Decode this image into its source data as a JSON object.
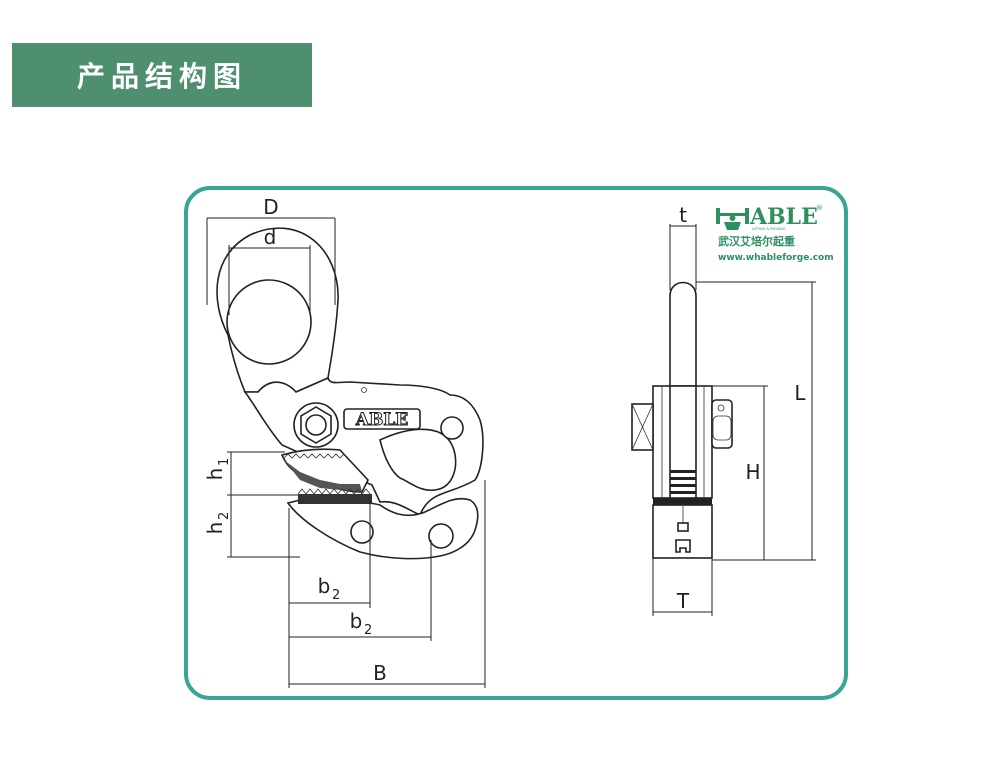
{
  "header": {
    "title": "产品结构图"
  },
  "logo": {
    "brand": "ABLE",
    "chinese_name": "武汉艾培尔起重",
    "tagline": "LIFTING & RIGGING",
    "url": "www.whableforge.com",
    "registered_mark": "®"
  },
  "clamp": {
    "body_marking": "ABLE"
  },
  "dimensions": {
    "D": "D",
    "d": "d",
    "h1_main": "h",
    "h1_sub": "1",
    "h2_main": "h",
    "h2_sub": "2",
    "b2a_main": "b",
    "b2a_sub": "2",
    "b2b_main": "b",
    "b2b_sub": "2",
    "B": "B",
    "t": "t",
    "L": "L",
    "H": "H",
    "T": "T"
  },
  "colors": {
    "banner": "#4e8f6f",
    "frame": "#3aa597",
    "logo": "#2e8f5f"
  }
}
